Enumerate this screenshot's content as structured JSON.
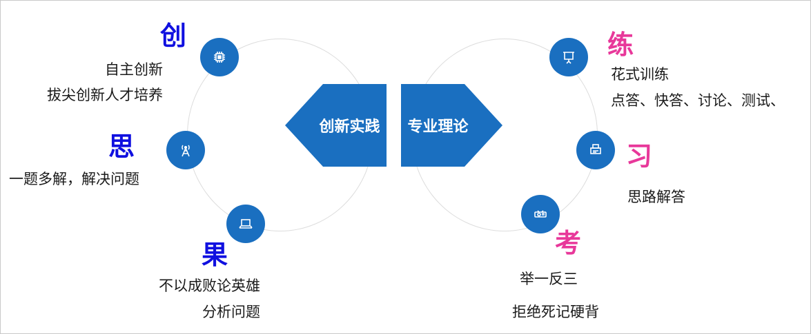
{
  "center": {
    "left_label": "创新实践",
    "right_label": "专业理论"
  },
  "left_items": [
    {
      "key": "创",
      "lines": [
        "自主创新",
        "拔尖创新人才培养"
      ],
      "icon": "chip-icon"
    },
    {
      "key": "思",
      "lines": [
        "一题多解，解决问题"
      ],
      "icon": "signal-tower-icon"
    },
    {
      "key": "果",
      "lines": [
        "不以成败论英雄",
        "分析问题"
      ],
      "icon": "laptop-icon"
    }
  ],
  "right_items": [
    {
      "key": "练",
      "lines": [
        "花式训练",
        "点答、快答、讨论、测试、"
      ],
      "icon": "presentation-board-icon"
    },
    {
      "key": "习",
      "lines": [
        "思路解答"
      ],
      "icon": "printer-icon"
    },
    {
      "key": "考",
      "lines": [
        "举一反三",
        "拒绝死记硬背"
      ],
      "icon": "projector-icon"
    }
  ],
  "colors": {
    "accent_blue": "#1a6fc0",
    "key_blue": "#1010e0",
    "key_pink": "#e8389a",
    "ring": "#dcdcdc"
  }
}
